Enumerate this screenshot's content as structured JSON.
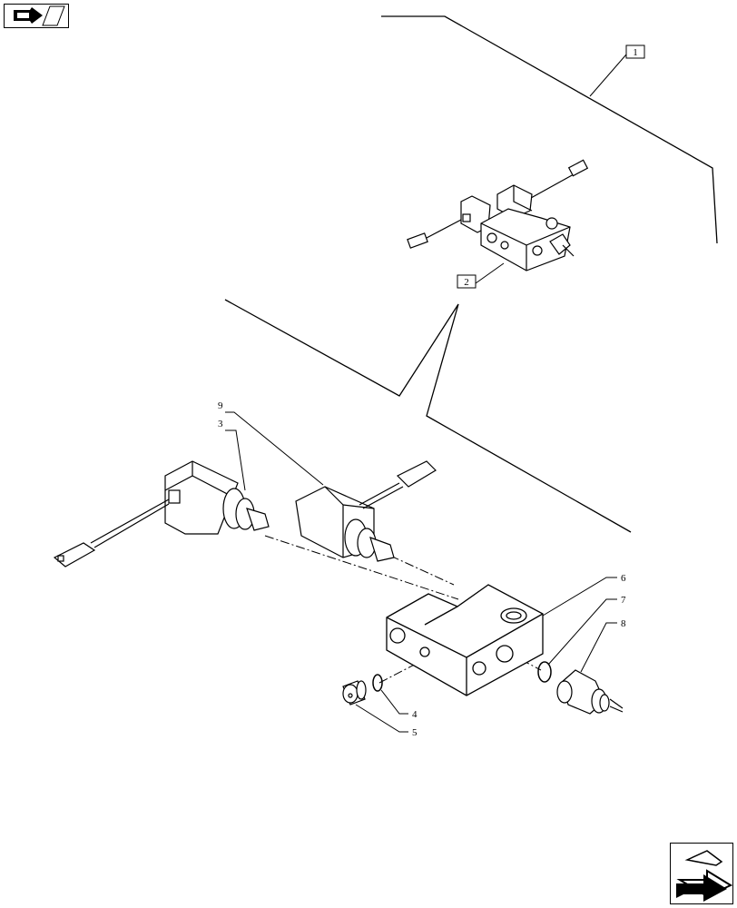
{
  "navigation": {
    "previous_icon": "arrow-back-page-icon",
    "next_icon": "arrow-forward-page-icon"
  },
  "callouts": {
    "c1": "1",
    "c2": "2",
    "c3": "3",
    "c4": "4",
    "c5": "5",
    "c6": "6",
    "c7": "7",
    "c8": "8",
    "c9": "9"
  },
  "colors": {
    "line": "#000000",
    "background": "#ffffff"
  }
}
